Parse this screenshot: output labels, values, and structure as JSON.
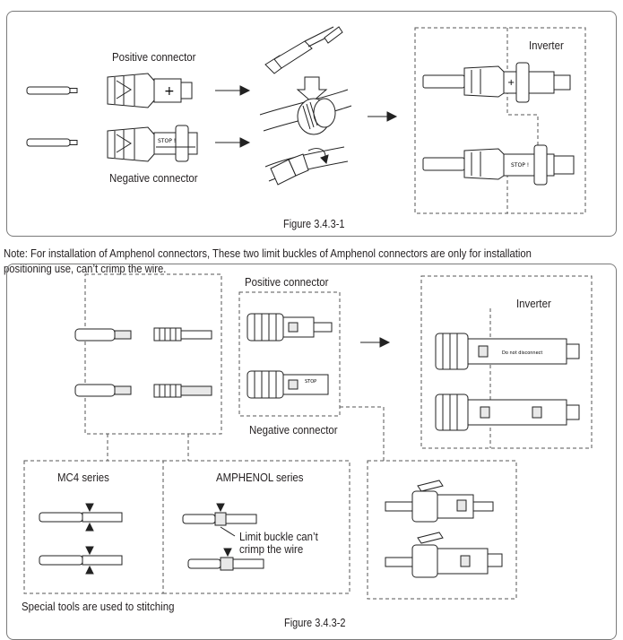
{
  "figure1": {
    "caption": "Figure 3.4.3-1",
    "positive_label": "Positive connector",
    "negative_label": "Negative connector",
    "inverter_label": "Inverter"
  },
  "note": "Note: For installation of Amphenol connectors, These two limit buckles of Amphenol connectors are only for installation positioning use, can’t crimp the wire.",
  "figure2": {
    "caption": "Figure 3.4.3-2",
    "positive_label": "Positive connector",
    "negative_label": "Negative connector",
    "inverter_label": "Inverter",
    "mc4_label": "MC4 series",
    "amphenol_label": "AMPHENOL series",
    "limit_buckle_line1": "Limit buckle can’t",
    "limit_buckle_line2": "crimp the wire",
    "special_tools": "Special tools are used to stitching"
  },
  "icons": [
    "plus-symbol",
    "stop-marking",
    "arrow-right",
    "arrow-down",
    "rotate-arrow"
  ]
}
